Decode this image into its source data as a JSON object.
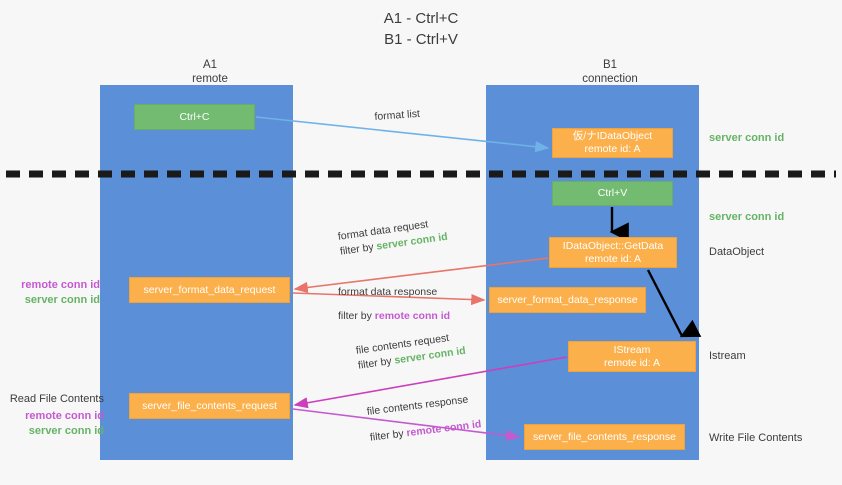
{
  "title": {
    "line1": "A1 - Ctrl+C",
    "line2": "B1 - Ctrl+V"
  },
  "columns": {
    "left": {
      "name": "A1",
      "role": "remote"
    },
    "right": {
      "name": "B1",
      "role": "connection"
    }
  },
  "nodes": {
    "ctrl_c": {
      "label": "Ctrl+C",
      "color": "#72bb71"
    },
    "data_object": {
      "label": "仮/ナIDataObject",
      "sub": "remote id: A",
      "color": "#fbb04c"
    },
    "ctrl_v": {
      "label": "Ctrl+V",
      "color": "#72bb71"
    },
    "get_data": {
      "label": "IDataObject::GetData",
      "sub": "remote id: A",
      "color": "#fbb04c"
    },
    "format_data_request": {
      "label": "server_format_data_request",
      "color": "#fbb04c"
    },
    "format_data_response": {
      "label": "server_format_data_response",
      "color": "#fbb04c"
    },
    "istream": {
      "label": "IStream",
      "sub": "remote id: A",
      "color": "#fbb04c"
    },
    "file_contents_request": {
      "label": "server_file_contents_request",
      "color": "#fbb04c"
    },
    "file_contents_response": {
      "label": "server_file_contents_response",
      "color": "#fbb04c"
    }
  },
  "annotations": {
    "format_list": "format list",
    "format_data_request": {
      "line1": "format data request",
      "prefix": "filter by ",
      "token": "server conn id"
    },
    "format_data_response": {
      "line1": "format data response",
      "prefix": "filter by ",
      "token": "remote conn id"
    },
    "file_contents_request": {
      "line1": "file contents request",
      "prefix": "filter by ",
      "token": "server conn id"
    },
    "file_contents_response": {
      "line1": "file contents response",
      "prefix": "filter by ",
      "token": "remote conn id"
    }
  },
  "side_labels": {
    "server_conn_id_top": "server conn id",
    "server_conn_id_mid": "server conn id",
    "data_object": "DataObject",
    "istream": "Istream",
    "write_file_contents": "Write File Contents",
    "read_file_contents": "Read File Contents",
    "remote_conn_id": "remote conn id",
    "server_conn_id": "server conn id"
  },
  "colors": {
    "lane": "#5b8fd8",
    "orange": "#fbb04c",
    "green_box": "#72bb71",
    "green_text": "#66b366",
    "purple_text": "#c45ad0",
    "red_arrow": "#e8746a",
    "magenta_arrow": "#cc3fbb",
    "blue_arrow": "#6fb2e8",
    "black_arrow": "#000000",
    "background": "#f7f7f7"
  }
}
